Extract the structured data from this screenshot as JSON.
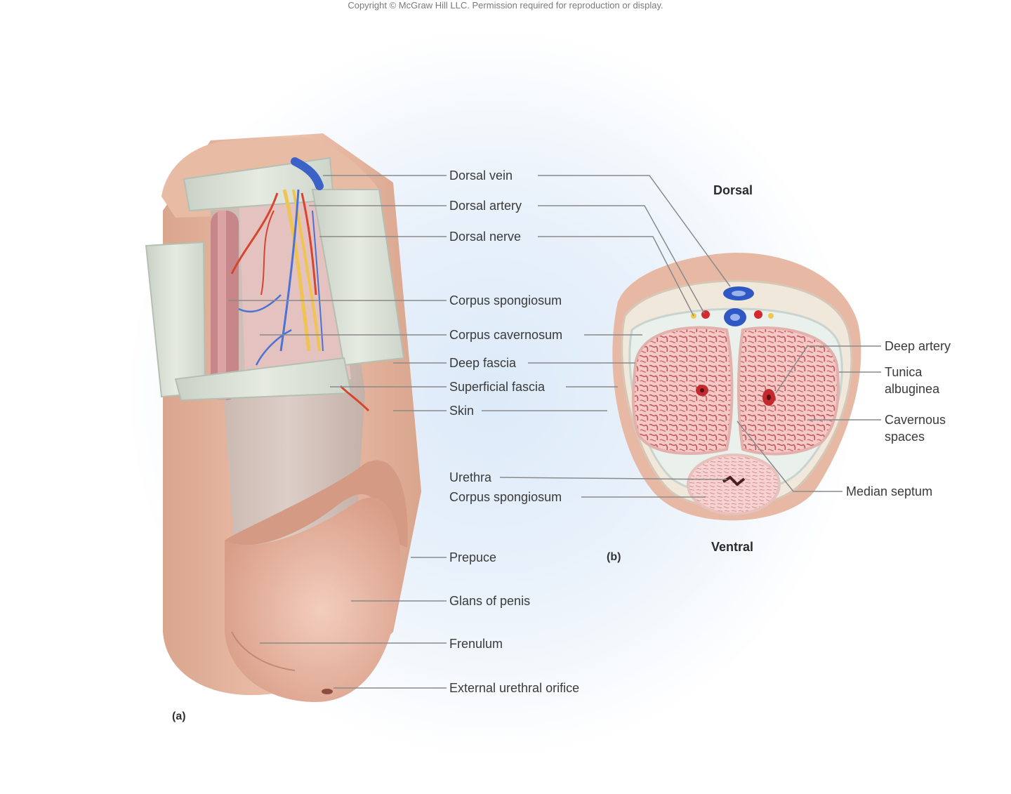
{
  "copyright": "Copyright © McGraw Hill LLC. Permission required for reproduction or display.",
  "panel_a": {
    "tag": "(a)",
    "labels": {
      "dorsal_vein": "Dorsal vein",
      "dorsal_artery": "Dorsal artery",
      "dorsal_nerve": "Dorsal nerve",
      "corpus_spongiosum": "Corpus spongiosum",
      "corpus_cavernosum": "Corpus cavernosum",
      "deep_fascia": "Deep fascia",
      "superficial_fascia": "Superficial fascia",
      "skin": "Skin",
      "urethra": "Urethra",
      "corpus_spongiosum_b": "Corpus spongiosum",
      "prepuce": "Prepuce",
      "glans": "Glans of penis",
      "frenulum": "Frenulum",
      "orifice": "External urethral orifice"
    }
  },
  "panel_b": {
    "tag": "(b)",
    "dorsal": "Dorsal",
    "ventral": "Ventral",
    "labels": {
      "deep_artery": "Deep artery",
      "tunica_1": "Tunica",
      "tunica_2": "albuginea",
      "cavernous_1": "Cavernous",
      "cavernous_2": "spaces",
      "median_septum": "Median septum"
    }
  }
}
